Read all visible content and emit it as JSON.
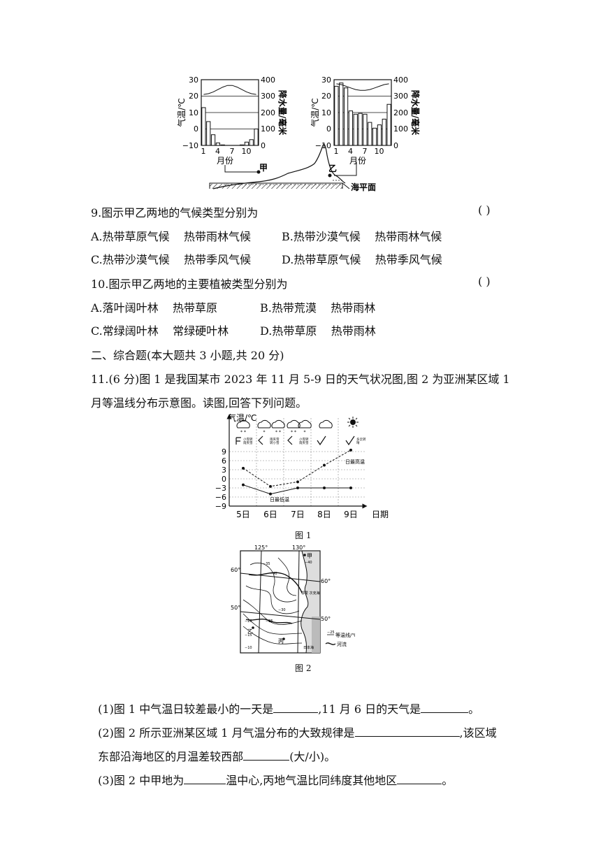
{
  "fig_top": {
    "left_chart": {
      "y_left_title": "气温/℃",
      "y_right_title": "降水量/毫米",
      "y_left_ticks": [
        "30",
        "20",
        "10",
        "0",
        "−10"
      ],
      "y_right_ticks": [
        "400",
        "300",
        "200",
        "100",
        "0"
      ],
      "x_ticks": [
        "1",
        "4",
        "7",
        "10"
      ],
      "x_title": "月份",
      "precip_mm": [
        230,
        145,
        65,
        15,
        3,
        0,
        0,
        0,
        3,
        20,
        35,
        100
      ],
      "temp_c": [
        21,
        21.5,
        22.5,
        24,
        25.5,
        26.5,
        26.5,
        25.5,
        24,
        22.5,
        21.5,
        21
      ]
    },
    "right_chart": {
      "y_left_title": "气温/℃",
      "y_right_title": "降水量/毫米",
      "y_left_ticks": [
        "30",
        "20",
        "10",
        "0",
        "−10"
      ],
      "y_right_ticks": [
        "400",
        "300",
        "200",
        "100",
        "0"
      ],
      "x_ticks": [
        "1",
        "4",
        "7",
        "10"
      ],
      "x_title": "月份",
      "precip_mm": [
        360,
        380,
        350,
        210,
        190,
        195,
        190,
        140,
        105,
        125,
        160,
        250
      ],
      "temp_c": [
        27.5,
        27,
        26,
        25,
        24,
        23.5,
        23.5,
        24,
        25,
        26,
        27,
        27.5
      ]
    },
    "label_jia": "甲",
    "label_yi": "乙",
    "sea_level": "海平面"
  },
  "q9": {
    "stem": "9.图示甲乙两地的气候类型分别为",
    "paren": "(      )",
    "option_a": "A.热带草原气候    热带雨林气候",
    "option_b": "B.热带沙漠气候    热带雨林气候",
    "option_c": "C.热带沙漠气候    热带季风气候",
    "option_d": "D.热带草原气候    热带季风气候"
  },
  "q10": {
    "stem": "10.图示甲乙两地的主要植被类型分别为",
    "paren": "(      )",
    "option_a": "A.落叶阔叶林    热带草原",
    "option_b": "B.热带荒漠    热带雨林",
    "option_c": "C.常绿阔叶林    常绿硬叶林",
    "option_d": "D.热带草原    热带雨林"
  },
  "section2": "二、综合题(本大题共 3 小题,共 20 分)",
  "q11": {
    "line1": "11.(6 分)图 1 是我国某市 2023 年 11 月 5-9 日的天气状况图,图 2 为亚洲某区域 1",
    "line2": "月等温线分布示意图。读图,回答下列问题。"
  },
  "fig1": {
    "y_title": "气温/℃",
    "y_ticks": [
      "9",
      "6",
      "3",
      "0",
      "−3",
      "−6",
      "−9"
    ],
    "x_ticks": [
      "5日",
      "6日",
      "7日",
      "8日",
      "9日"
    ],
    "x_title": "日期",
    "label_max": "日最高温",
    "label_min": "日最低温",
    "caption": "图 1",
    "daily_max": [
      3.5,
      -2.5,
      -1,
      4.5,
      9.5
    ],
    "daily_min": [
      -2,
      -5,
      -3,
      -3,
      -3
    ]
  },
  "fig2": {
    "lon_labels": [
      "125°",
      "130°"
    ],
    "lat_labels": [
      "60°",
      "50°",
      "60°",
      "50°"
    ],
    "iso_labels": [
      "−35",
      "−40",
      "−30",
      "−25",
      "−20",
      "−15",
      "−10",
      "−40"
    ],
    "place_jia": "甲",
    "place_yi": "乙",
    "place_bing": "丙",
    "sea_okhotsk": "鄂霍\n次克海",
    "sea_japan": "日本海",
    "legend_isotherm": "等温线/℃",
    "legend_river": "河流",
    "legend_sample": "−25",
    "caption": "图 2"
  },
  "q11_1": {
    "a": "(1)图 1 中气温日较差最小的一天是",
    "b": ",11 月 6 日的天气是",
    "c": "。"
  },
  "q11_2": {
    "a": "(2)图 2 所示亚洲某区域 1 月气温分布的大致规律是",
    "b": ",该区域",
    "c": "东部沿海地区的月温差较西部",
    "d": "(大/小)。"
  },
  "q11_3": {
    "a": "(3)图 2 中甲地为",
    "b": "温中心,丙地气温比同纬度其他地区",
    "c": "。"
  }
}
